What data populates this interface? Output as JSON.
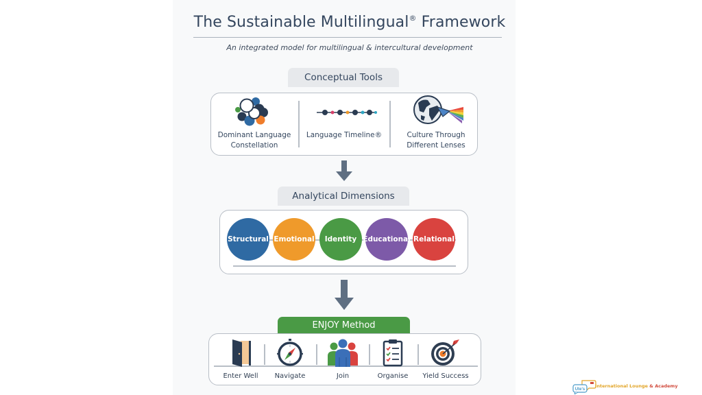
{
  "title": "The Sustainable Multilingual",
  "title_mark": "®",
  "title_suffix": " Framework",
  "subtitle": "An integrated model for multilingual & intercultural development",
  "sections": {
    "conceptual_tools": {
      "label": "Conceptual Tools",
      "items": [
        {
          "icon": "constellation-icon",
          "label_line1": "Dominant Language",
          "label_line2": "Constellation"
        },
        {
          "icon": "timeline-icon",
          "label_line1": "Language Timeline®",
          "label_line2": ""
        },
        {
          "icon": "globe-prism-icon",
          "label_line1": "Culture Through",
          "label_line2": "Different Lenses"
        }
      ]
    },
    "analytical_dimensions": {
      "label": "Analytical Dimensions",
      "items": [
        {
          "label": "Structural",
          "color": "#2f6aa3"
        },
        {
          "label": "Emotional",
          "color": "#ef9a2b"
        },
        {
          "label": "Identity",
          "color": "#4a9a45"
        },
        {
          "label": "Educational",
          "color": "#7d5aa8"
        },
        {
          "label": "Relational",
          "color": "#d9433f"
        }
      ]
    },
    "enjoy_method": {
      "label": "ENJOY Method",
      "color": "#4a9a45",
      "items": [
        {
          "icon": "door-icon",
          "label": "Enter Well"
        },
        {
          "icon": "compass-icon",
          "label": "Navigate"
        },
        {
          "icon": "people-icon",
          "label": "Join"
        },
        {
          "icon": "clipboard-checklist-icon",
          "label": "Organise"
        },
        {
          "icon": "target-icon",
          "label": "Yield Success"
        }
      ]
    }
  },
  "logo": {
    "badge": "Ute's",
    "name": "International Lounge ",
    "amp": "& Academy"
  }
}
